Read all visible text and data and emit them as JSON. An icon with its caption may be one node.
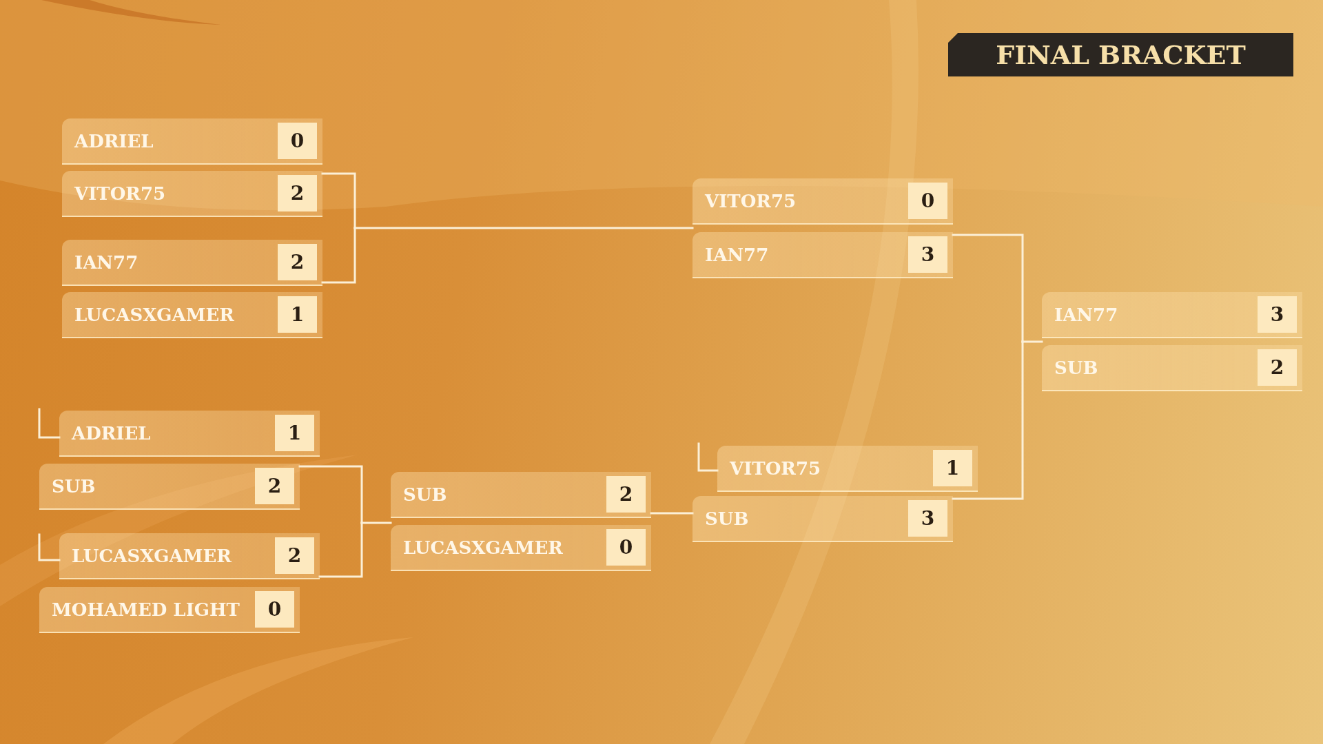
{
  "diagram": {
    "title": "FINAL BRACKET",
    "nodes": [
      {
        "text": [
          "ADRIEL"
        ]
      },
      {
        "text": [
          "0"
        ],
        "in": 0
      },
      {
        "text": [
          "VITOR75"
        ]
      },
      {
        "text": [
          "2"
        ],
        "in": 2
      },
      {
        "text": [
          "IAN77"
        ]
      },
      {
        "text": [
          "2"
        ],
        "in": 4
      },
      {
        "text": [
          "LUCASXGAMER"
        ]
      },
      {
        "text": [
          "1"
        ],
        "in": 6
      },
      {
        "text": [
          "ADRIEL"
        ]
      },
      {
        "text": [
          "1"
        ],
        "in": 8
      },
      {
        "text": [
          "SUB"
        ]
      },
      {
        "text": [
          "2"
        ],
        "in": 10
      },
      {
        "text": [
          "LUCASXGAMER"
        ]
      },
      {
        "text": [
          "2"
        ],
        "in": 12
      },
      {
        "text": [
          "MOHAMED LIGHT"
        ]
      },
      {
        "text": [
          "0"
        ],
        "in": 14
      },
      {
        "text": [
          "SUB"
        ]
      },
      {
        "text": [
          "2"
        ],
        "in": 16
      },
      {
        "text": [
          "LUCASXGAMER"
        ]
      },
      {
        "text": [
          "0"
        ],
        "in": 18
      },
      {
        "text": [
          "VITOR75"
        ]
      },
      {
        "text": [
          "0"
        ],
        "in": 20
      },
      {
        "text": [
          "IAN77"
        ]
      },
      {
        "text": [
          "3"
        ],
        "in": 22
      },
      {
        "text": [
          "VITOR75"
        ]
      },
      {
        "text": [
          "1"
        ],
        "in": 24
      },
      {
        "text": [
          "SUB"
        ]
      },
      {
        "text": [
          "3"
        ],
        "in": 26
      },
      {
        "text": [
          "IAN77"
        ]
      },
      {
        "text": [
          "3"
        ],
        "in": 28
      },
      {
        "text": [
          "SUB"
        ]
      },
      {
        "text": [
          "2"
        ],
        "in": 30
      }
    ],
    "edges": [
      {
        "from": 2,
        "to": 20,
        "arrow": "none"
      },
      {
        "from": 4,
        "to": 22,
        "arrow": "none"
      },
      {
        "from": 10,
        "to": 16,
        "arrow": "none"
      },
      {
        "from": 12,
        "to": 18,
        "arrow": "none"
      },
      {
        "from": 16,
        "to": 26,
        "arrow": "none"
      },
      {
        "from": 22,
        "to": 28,
        "arrow": "none"
      },
      {
        "from": 26,
        "to": 30,
        "arrow": "none"
      },
      {
        "from": null,
        "to": 8,
        "arrow": "none"
      },
      {
        "from": null,
        "to": 12,
        "arrow": "none"
      },
      {
        "from": null,
        "to": 24,
        "arrow": "none"
      }
    ]
  }
}
